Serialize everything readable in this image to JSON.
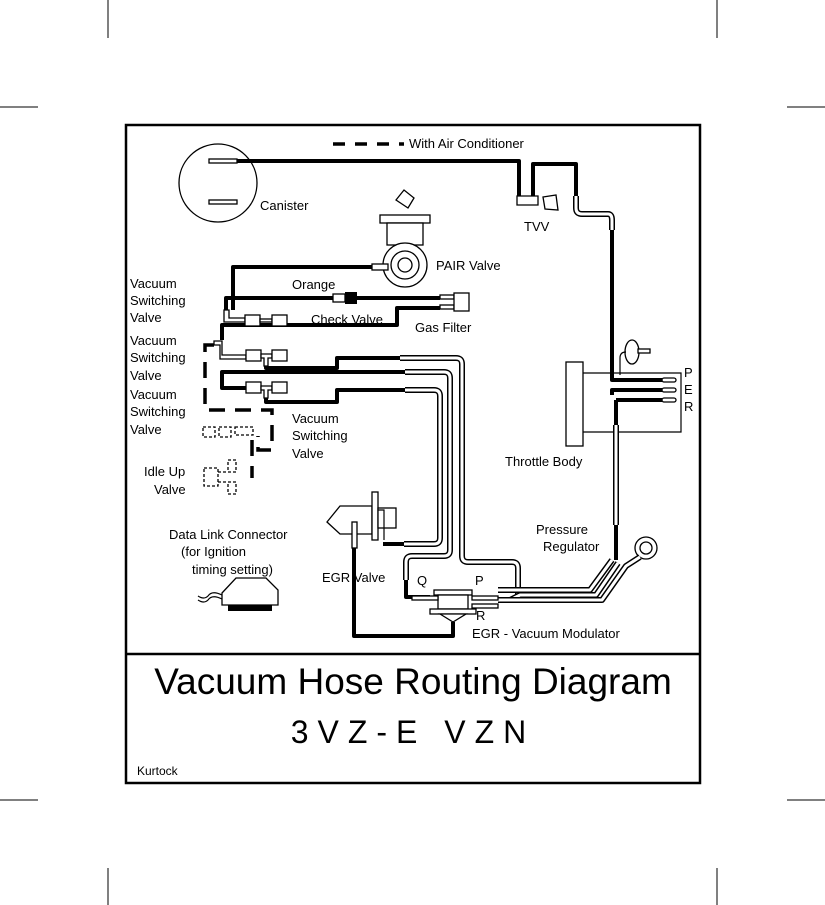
{
  "legend": {
    "label": "With Air Conditioner",
    "line_style": "dashed"
  },
  "components": {
    "canister": "Canister",
    "tvv": "TVV",
    "pair_valve": "PAIR Valve",
    "orange": "Orange",
    "check_valve": "Check Valve",
    "gas_filter": "Gas Filter",
    "vsv1": [
      "Vacuum",
      "Switching",
      "Valve"
    ],
    "vsv2": [
      "Vacuum",
      "Switching",
      "Valve"
    ],
    "vsv3": [
      "Vacuum",
      "Switching",
      "Valve"
    ],
    "vsv4": [
      "Vacuum",
      "Switching",
      "Valve"
    ],
    "idle_up": [
      "Idle Up",
      "Valve"
    ],
    "throttle_body": "Throttle Body",
    "per": [
      "P",
      "E",
      "R"
    ],
    "pressure_regulator": [
      "Pressure",
      "Regulator"
    ],
    "data_link": [
      "Data Link Connector",
      "(for Ignition",
      "timing setting)"
    ],
    "egr_valve": "EGR Valve",
    "modulator_ports": {
      "q": "Q",
      "p": "P",
      "r": "R"
    },
    "egr_modulator": "EGR - Vacuum Modulator"
  },
  "footer": {
    "title": "Vacuum Hose Routing Diagram",
    "subtitle": "3VZ-E VZN",
    "credit": "Kurtock"
  }
}
